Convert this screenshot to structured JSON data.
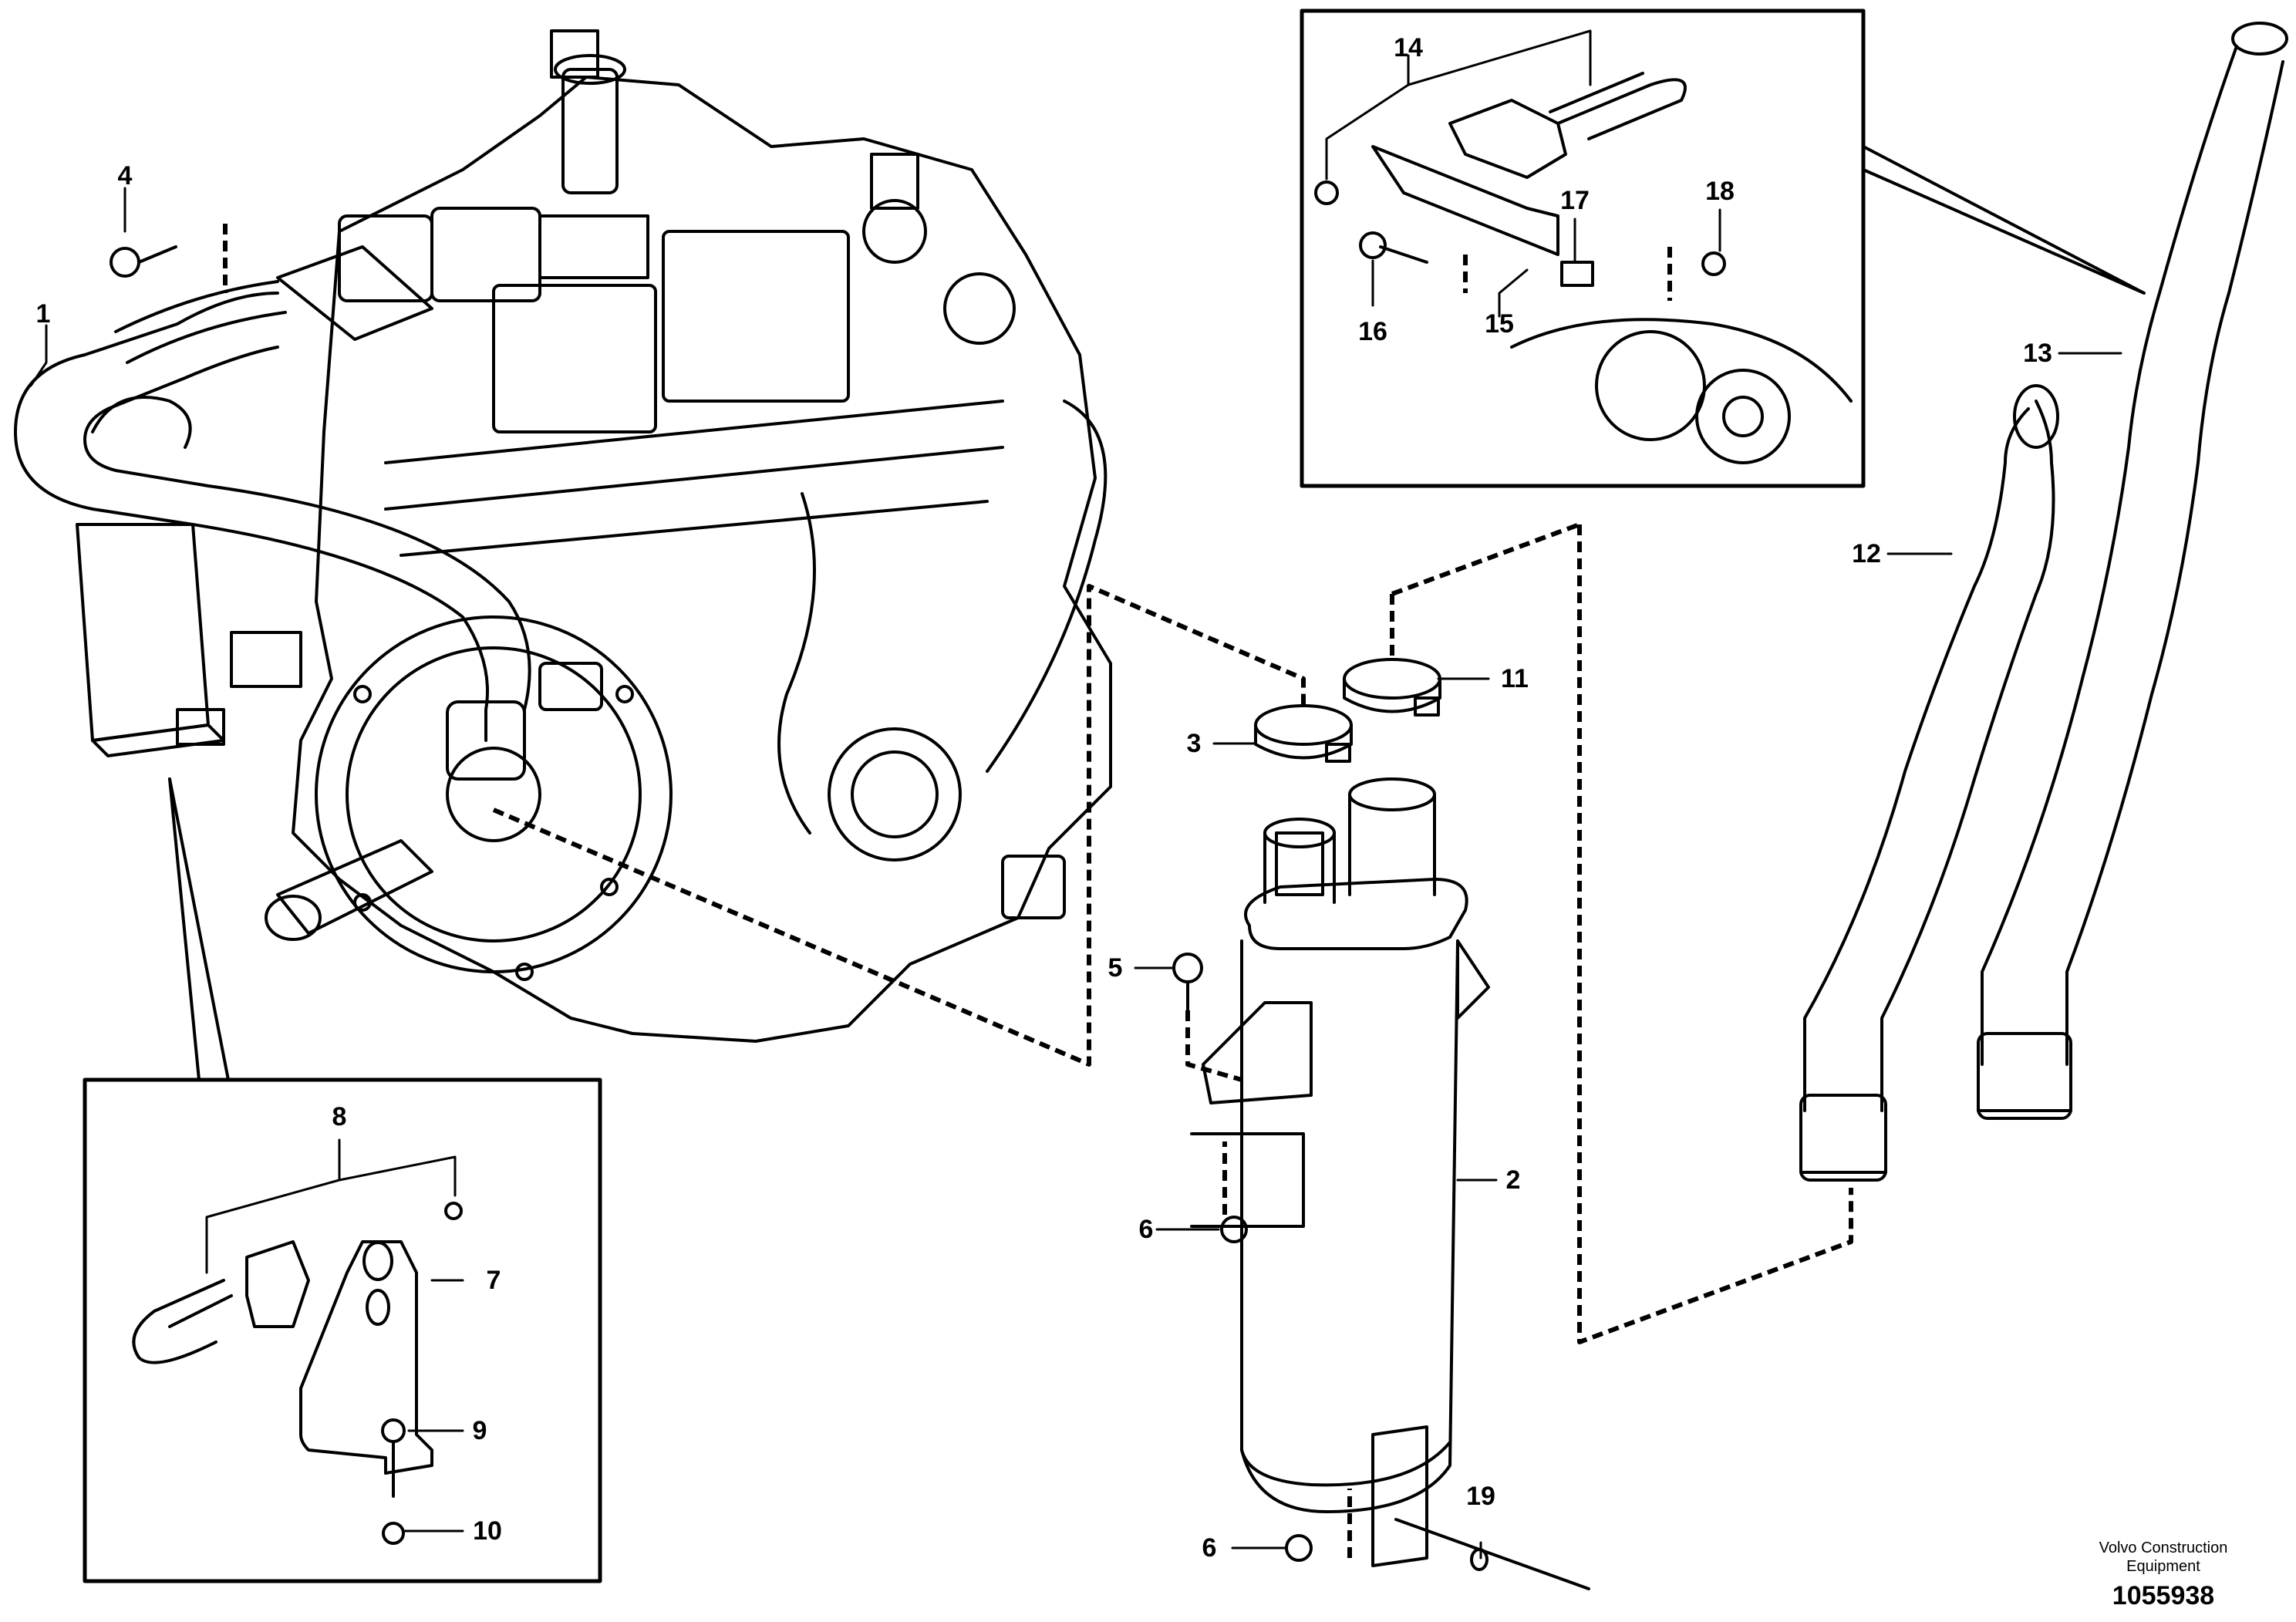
{
  "figure_number": "1055938",
  "brand": {
    "line1": "Volvo Construction",
    "line2": "Equipment"
  },
  "callouts": [
    {
      "id": "1",
      "label": "1"
    },
    {
      "id": "2",
      "label": "2"
    },
    {
      "id": "3",
      "label": "3"
    },
    {
      "id": "4",
      "label": "4"
    },
    {
      "id": "5",
      "label": "5"
    },
    {
      "id": "6a",
      "label": "6"
    },
    {
      "id": "6b",
      "label": "6"
    },
    {
      "id": "7",
      "label": "7"
    },
    {
      "id": "8",
      "label": "8"
    },
    {
      "id": "9",
      "label": "9"
    },
    {
      "id": "10",
      "label": "10"
    },
    {
      "id": "11",
      "label": "11"
    },
    {
      "id": "12",
      "label": "12"
    },
    {
      "id": "13",
      "label": "13"
    },
    {
      "id": "14",
      "label": "14"
    },
    {
      "id": "15",
      "label": "15"
    },
    {
      "id": "16",
      "label": "16"
    },
    {
      "id": "17",
      "label": "17"
    },
    {
      "id": "18",
      "label": "18"
    },
    {
      "id": "19",
      "label": "19"
    }
  ]
}
